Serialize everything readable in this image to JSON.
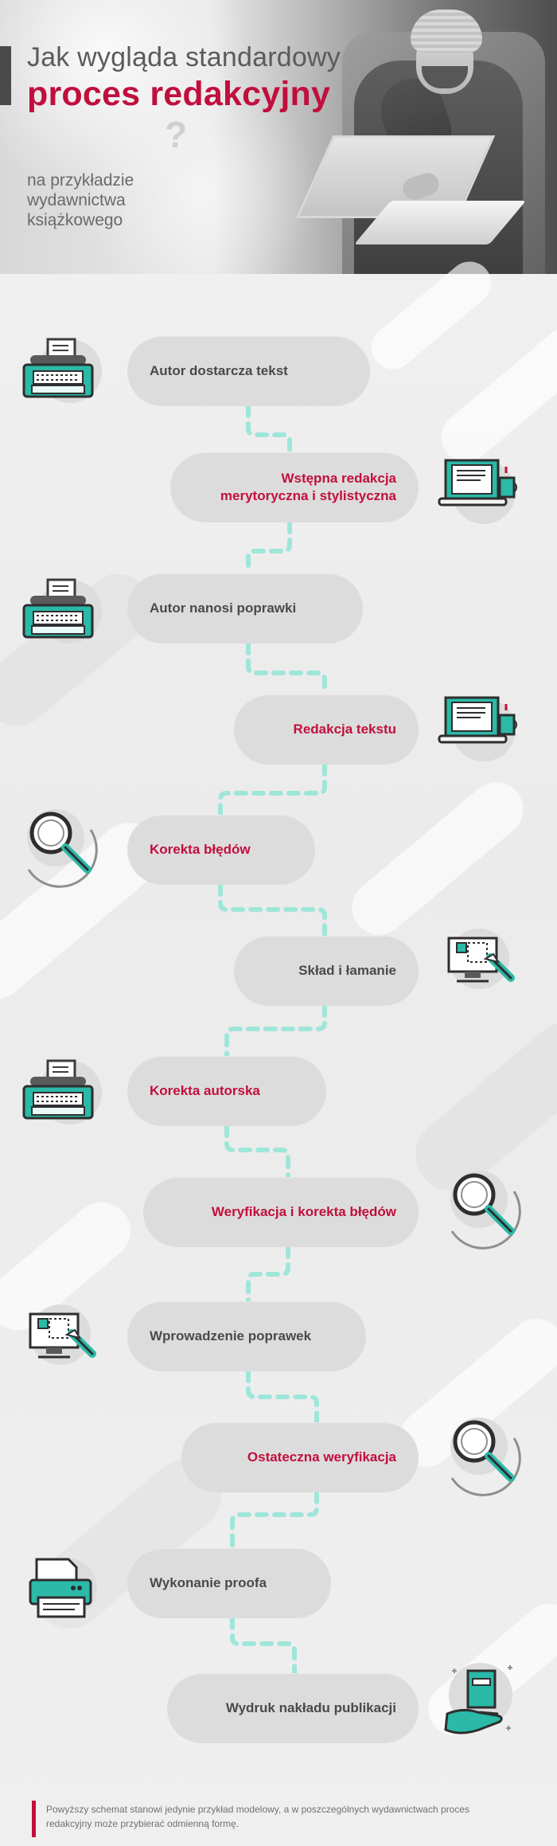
{
  "header": {
    "title_line1": "Jak wygląda standardowy",
    "title_line2": "proces redakcyjny",
    "subtitle": "na przykładzie wydawnictwa książkowego",
    "question_mark": "?"
  },
  "colors": {
    "accent_red": "#c10f3d",
    "accent_teal": "#2bb9a8",
    "pill_gray": "#dddcdc",
    "text_dark": "#4a4a4a"
  },
  "steps": [
    {
      "label": "Autor dostarcza tekst",
      "icon": "typewriter-icon"
    },
    {
      "label": "Wstępna redakcja merytoryczna  i stylistyczna",
      "icon": "laptop-document-icon"
    },
    {
      "label": "Autor nanosi poprawki",
      "icon": "typewriter-icon"
    },
    {
      "label": "Redakcja tekstu",
      "icon": "laptop-document-icon"
    },
    {
      "label": "Korekta błędów",
      "icon": "magnifier-icon"
    },
    {
      "label": "Skład i łamanie",
      "icon": "design-monitor-icon"
    },
    {
      "label": "Korekta autorska",
      "icon": "typewriter-icon"
    },
    {
      "label": "Weryfikacja i korekta błędów",
      "icon": "magnifier-icon"
    },
    {
      "label": "Wprowadzenie poprawek",
      "icon": "design-monitor-icon"
    },
    {
      "label": "Ostateczna weryfikacja",
      "icon": "magnifier-icon"
    },
    {
      "label": "Wykonanie proofa",
      "icon": "printer-icon"
    },
    {
      "label": "Wydruk nakładu publikacji",
      "icon": "book-hand-icon"
    }
  ],
  "footer": {
    "note": "Powyższy schemat stanowi jedynie przykład modelowy, a w poszczególnych wydawnictwach proces redakcyjny może przybierać odmienną formę."
  }
}
